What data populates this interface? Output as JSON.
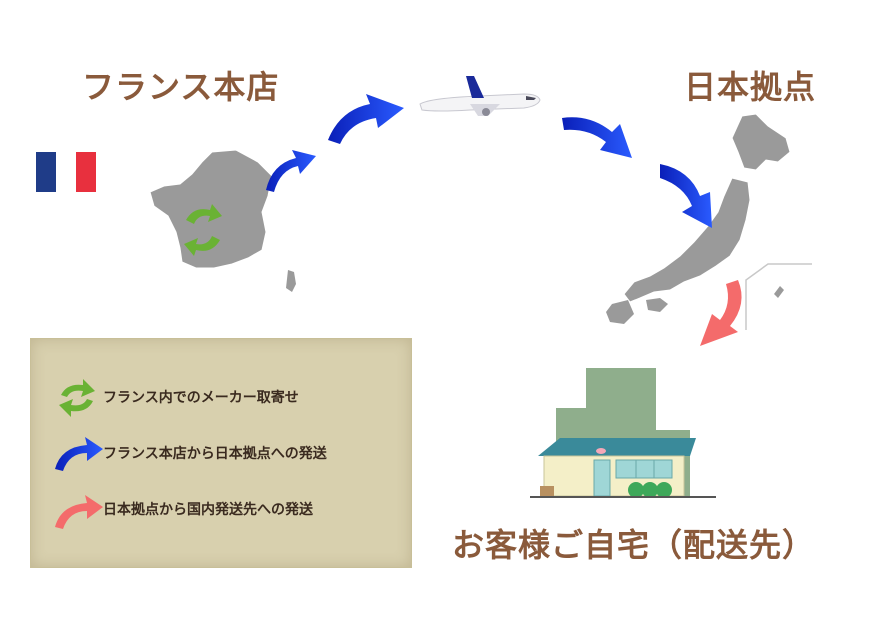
{
  "titles": {
    "france_hq": "フランス本店",
    "japan_base": "日本拠点",
    "customer_home": "お客様ご自宅（配送先）"
  },
  "legend": {
    "items": [
      {
        "icon": "green-recycle-arrows-icon",
        "label": "フランス内でのメーカー取寄せ",
        "color": "#6ab234"
      },
      {
        "icon": "blue-arrow-icon",
        "label": "フランス本店から日本拠点への発送",
        "color": "#1a3ff0"
      },
      {
        "icon": "coral-arrow-icon",
        "label": "日本拠点から国内発送先への発送",
        "color": "#f46b6b"
      }
    ]
  },
  "colors": {
    "title_brown": "#8a5a3b",
    "legend_bg": "#d8d0ae",
    "blue_arrow": "#1a3ff0",
    "coral_arrow": "#f46b6b",
    "green_arrow": "#6ab234",
    "map_gray": "#9a9a9a",
    "flag_blue": "#1f3c88",
    "flag_red": "#e8303e"
  }
}
